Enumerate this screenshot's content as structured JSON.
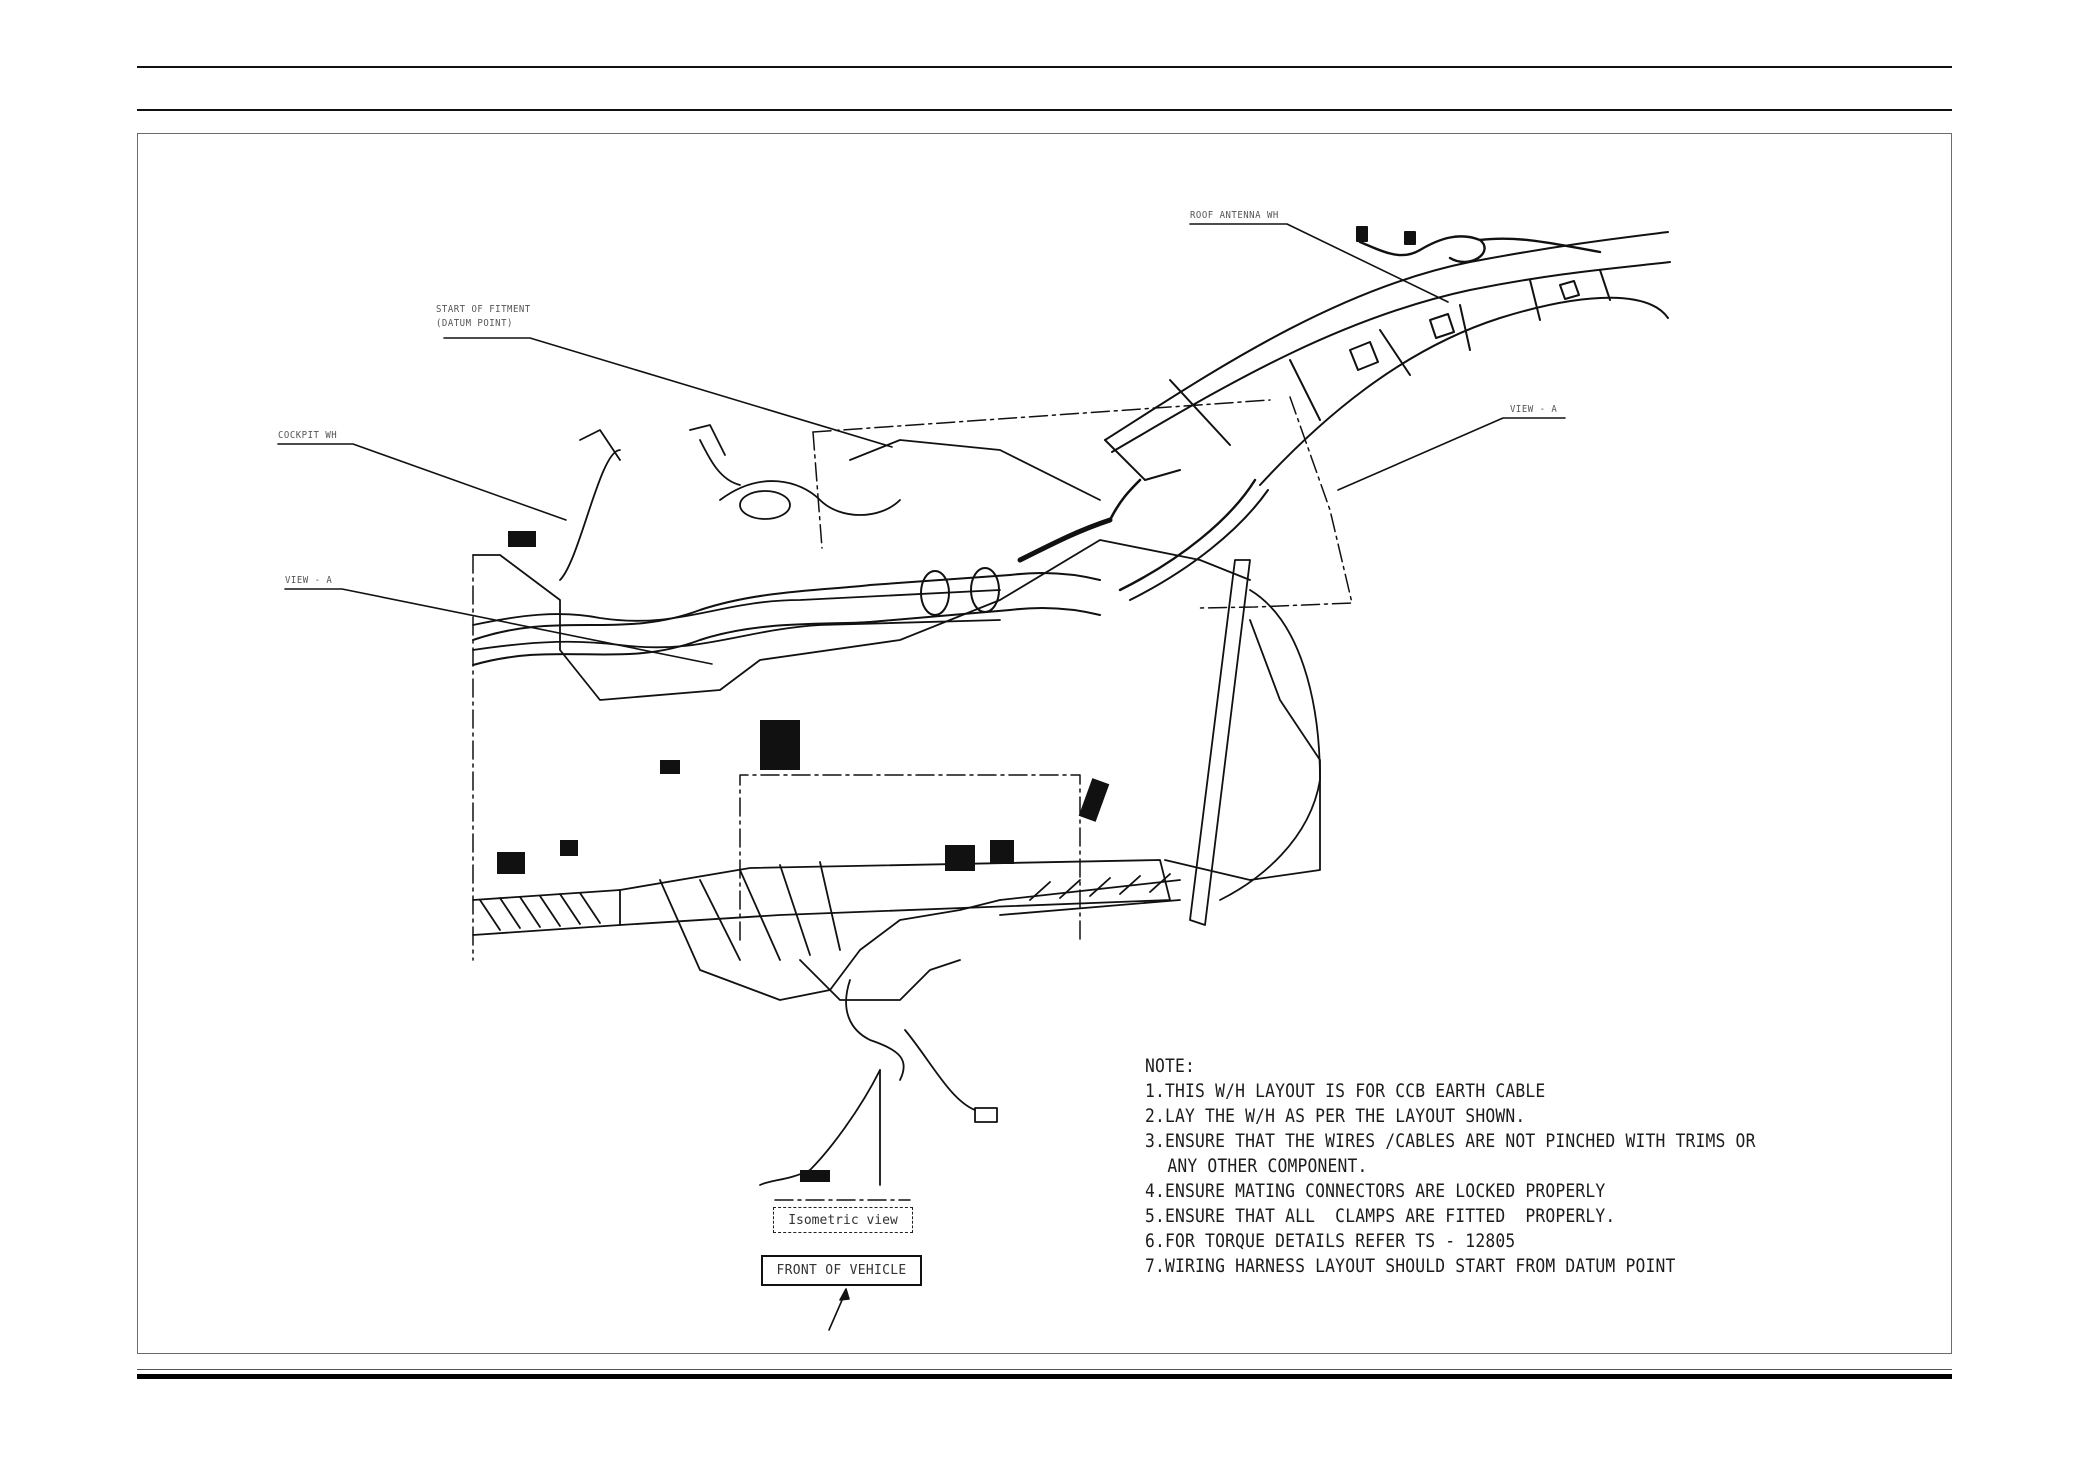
{
  "document": {
    "type": "wiring harness layout drawing",
    "callouts": {
      "roof_antenna": "ROOF ANTENNA WH",
      "start_of_fitment_line1": "START OF FITMENT",
      "start_of_fitment_line2": "(DATUM POINT)",
      "cockpit": "COCKPIT WH",
      "view_a_left": "VIEW - A",
      "view_a_right": "VIEW - A"
    },
    "view_labels": {
      "isometric": "Isometric view",
      "front_of_vehicle": "FRONT OF VEHICLE"
    },
    "notes": {
      "heading": "NOTE:",
      "items": [
        "1.THIS W/H LAYOUT IS FOR CCB EARTH CABLE",
        "2.LAY THE W/H AS PER THE LAYOUT SHOWN.",
        "3.ENSURE THAT THE WIRES /CABLES ARE NOT PINCHED WITH TRIMS OR",
        "ANY OTHER COMPONENT.",
        "4.ENSURE MATING CONNECTORS ARE LOCKED PROPERLY",
        "5.ENSURE THAT ALL  CLAMPS ARE FITTED  PROPERLY.",
        "6.FOR TORQUE DETAILS REFER TS - 12805",
        "7.WIRING HARNESS LAYOUT SHOULD START FROM DATUM POINT"
      ]
    },
    "colors": {
      "ink": "#111111",
      "frame": "#6b6b6b",
      "paper": "#ffffff"
    }
  }
}
